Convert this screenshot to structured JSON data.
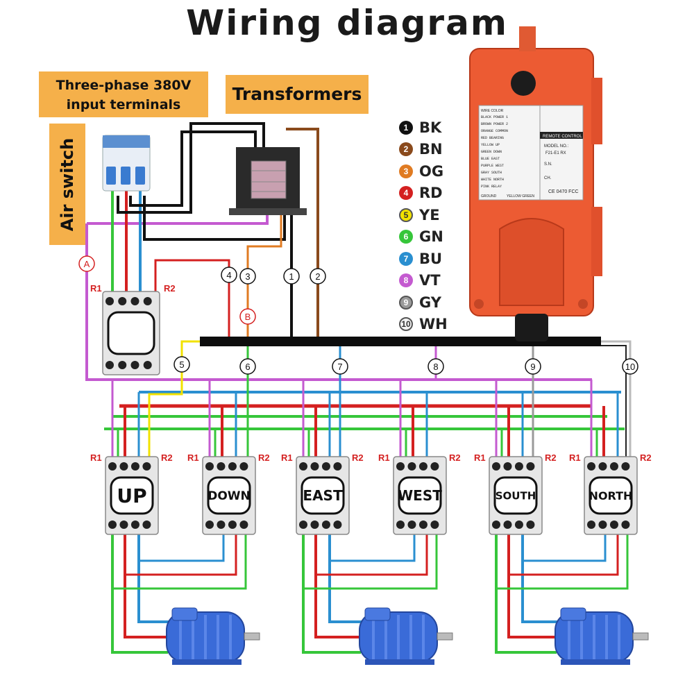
{
  "title": "Wiring diagram",
  "tags": {
    "input_line1": "Three-phase 380V",
    "input_line2": "input terminals",
    "transformers": "Transformers",
    "air_switch": "Air switch"
  },
  "legend": [
    {
      "num": "1",
      "code": "BK",
      "color": "#111111"
    },
    {
      "num": "2",
      "code": "BN",
      "color": "#8a4a1c"
    },
    {
      "num": "3",
      "code": "OG",
      "color": "#e07b22"
    },
    {
      "num": "4",
      "code": "RD",
      "color": "#d42020"
    },
    {
      "num": "5",
      "code": "YE",
      "color": "#f2e200"
    },
    {
      "num": "6",
      "code": "GN",
      "color": "#36c63a"
    },
    {
      "num": "7",
      "code": "BU",
      "color": "#2a8fd0"
    },
    {
      "num": "8",
      "code": "VT",
      "color": "#c45ad0"
    },
    {
      "num": "9",
      "code": "GY",
      "color": "#9a9a9a"
    },
    {
      "num": "10",
      "code": "WH",
      "color": "#f4f4f4"
    }
  ],
  "wire_markers": {
    "m1": "1",
    "m2": "2",
    "m3": "3",
    "m4": "4",
    "m5": "5",
    "m6": "6",
    "m7": "7",
    "m8": "8",
    "m9": "9",
    "m10": "10",
    "a": "A",
    "b": "B"
  },
  "terminal_labels": {
    "r1": "R1",
    "r2": "R2"
  },
  "contactors": [
    "UP",
    "DOWN",
    "EAST",
    "WEST",
    "SOUTH",
    "NORTH"
  ],
  "receiver": {
    "label_color": "WIRE COLOR",
    "rows": [
      "BLACK  POWER 1",
      "BROWN  POWER 2",
      "ORANGE COMMON",
      "RED    BEARING",
      "YELLOW UP",
      "GREEN  DOWN",
      "BLUE   EAST",
      "PURPLE WEST",
      "GRAY   SOUTH",
      "WHITE  NORTH",
      "PINK   RELAY"
    ],
    "ground": "GROUND",
    "ground_color": "YELLOW GREEN",
    "remote_control": "REMOTE CONTROL",
    "model_no": "MODEL NO.:",
    "model": "F21-E1 RX",
    "sn": "S.N.",
    "ch": "CH.",
    "cert": "CE 0470  FCC"
  },
  "colors": {
    "black": "#111111",
    "brown": "#8a4a1c",
    "orange": "#e07b22",
    "red": "#d42020",
    "yellow": "#f2e200",
    "green": "#36c63a",
    "blue": "#2a8fd0",
    "violet": "#c45ad0",
    "gray": "#9a9a9a",
    "white": "#ffffff",
    "receiver": "#ec5b33",
    "motor": "#3a6bd8"
  }
}
